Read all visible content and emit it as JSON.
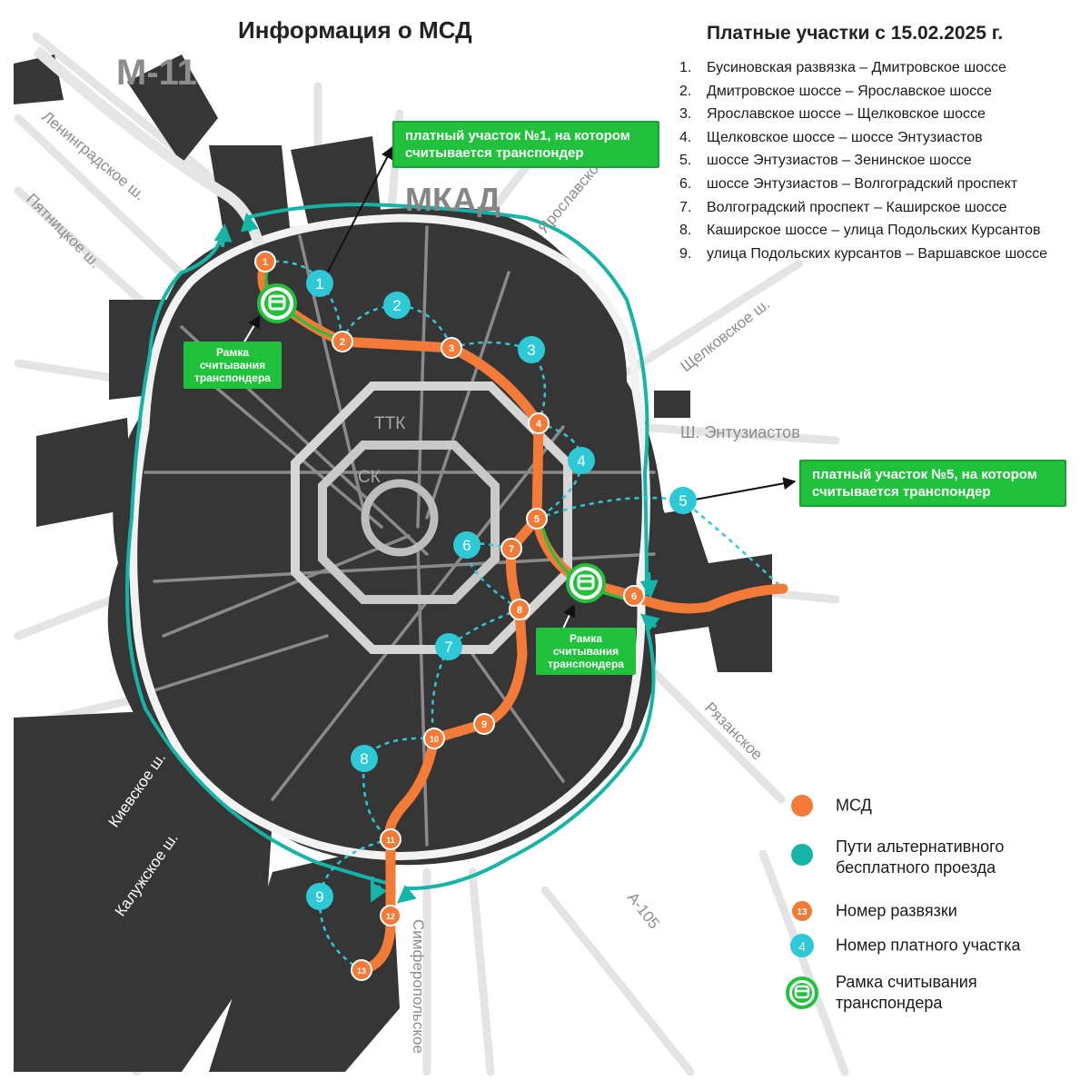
{
  "title": "Информация о МСД",
  "toll_list": {
    "title": "Платные участки с 15.02.2025 г.",
    "items": [
      {
        "num": "1.",
        "text": "Бусиновская развязка – Дмитровское шоссе"
      },
      {
        "num": "2.",
        "text": "Дмитровское шоссе – Ярославское шоссе"
      },
      {
        "num": "3.",
        "text": "Ярославское шоссе – Щелковское шоссе"
      },
      {
        "num": "4.",
        "text": "Щелковское шоссе – шоссе Энтузиастов"
      },
      {
        "num": "5.",
        "text": "шоссе Энтузиастов – Зенинское шоссе"
      },
      {
        "num": "6.",
        "text": "шоссе Энтузиастов – Волгоградский проспект"
      },
      {
        "num": "7.",
        "text": "Волгоградский проспект – Каширское шоссе"
      },
      {
        "num": "8.",
        "text": "Каширское шоссе – улица Подольских Курсантов"
      },
      {
        "num": "9.",
        "text": "улица Подольских курсантов – Варшавское шоссе"
      }
    ]
  },
  "callouts": {
    "section1": "платный участок №1, на котором считывается транспондер",
    "section5": "платный участок №5, на котором считывается транспондер",
    "frame": "Рамка считывания транспондера"
  },
  "map_labels": {
    "m11": "М-11",
    "mkad": "МКАД",
    "ttk": "ТТК",
    "sk": "СК",
    "leningradskoe": "Ленинградское ш.",
    "pyatnitskoe": "Пятницкое ш.",
    "yaroslavskoe": "Ярославское",
    "shchelkovskoe": "Щелковское ш.",
    "entuziastov": "Ш. Энтузиастов",
    "ryazanskoe": "Рязанское",
    "a105": "А-105",
    "simferopolskoe": "Симферопольское",
    "kievskoe": "Киевское ш.",
    "kaluzhskoe": "Калужское ш."
  },
  "interchanges": [
    "1",
    "2",
    "3",
    "4",
    "5",
    "6",
    "7",
    "8",
    "9",
    "10",
    "11",
    "12",
    "13"
  ],
  "toll_sections": [
    "1",
    "2",
    "3",
    "4",
    "5",
    "6",
    "7",
    "8",
    "9"
  ],
  "legend": {
    "msd": "МСД",
    "alt": "Пути альтернативного бесплатного проезда",
    "junction": "Номер развязки",
    "junction_sample": "13",
    "section": "Номер платного участка",
    "section_sample": "4",
    "frame": "Рамка считывания транспондера"
  },
  "colors": {
    "msd": "#f47a37",
    "alt": "#14b5a6",
    "toll_marker": "#2ec9d6",
    "frame": "#1fc23a",
    "city": "#363636",
    "roads": "#e6e6e6",
    "text": "#1a1a1a"
  }
}
